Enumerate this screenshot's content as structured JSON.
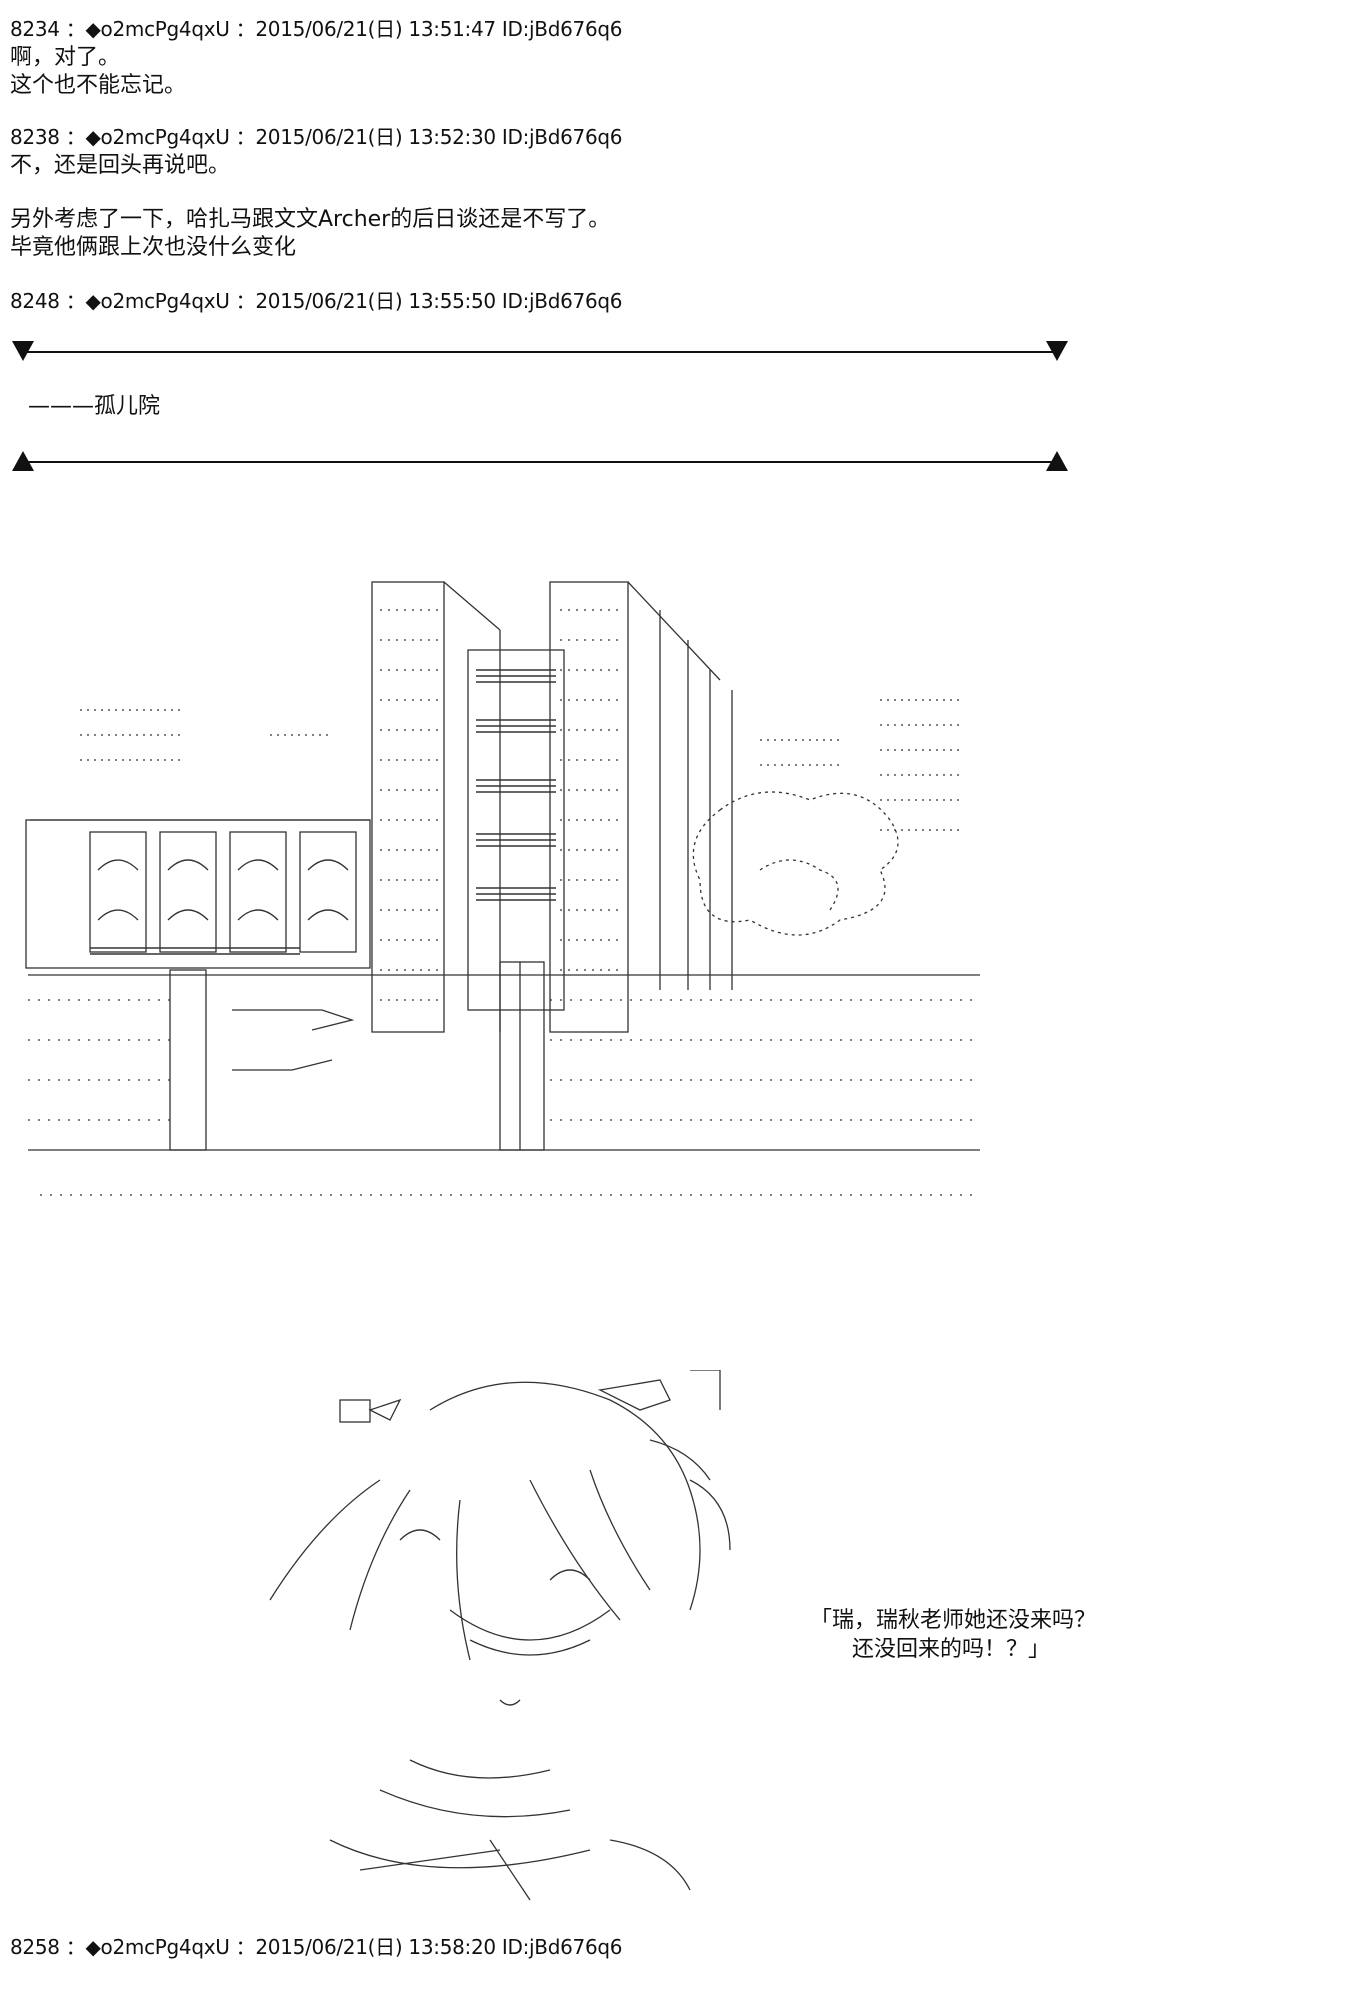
{
  "posts": [
    {
      "header": "8234 ：◆o2mcPg4qxU ：2015/06/21(日) 13:51:47 ID:jBd676q6",
      "lines": [
        "啊，对了。",
        "这个也不能忘记。"
      ]
    },
    {
      "header": "8238 ：◆o2mcPg4qxU ：2015/06/21(日) 13:52:30 ID:jBd676q6",
      "lines": [
        "不，还是回头再说吧。",
        "",
        "另外考虑了一下，哈扎马跟文文Archer的后日谈还是不写了。",
        "毕竟他俩跟上次也没什么变化"
      ]
    },
    {
      "header": "8248 ：◆o2mcPg4qxU ：2015/06/21(日) 13:55:50 ID:jBd676q6",
      "scene_label": "———孤儿院",
      "speech": [
        "「瑞，瑞秋老师她还没来吗？",
        "还没回来的吗！？」"
      ]
    },
    {
      "header": "8258 ：◆o2mcPg4qxU ：2015/06/21(日) 13:58:20 ID:jBd676q6"
    }
  ],
  "icons": {
    "rule_top_marker": "down-triangle",
    "rule_bottom_marker": "up-triangle"
  }
}
